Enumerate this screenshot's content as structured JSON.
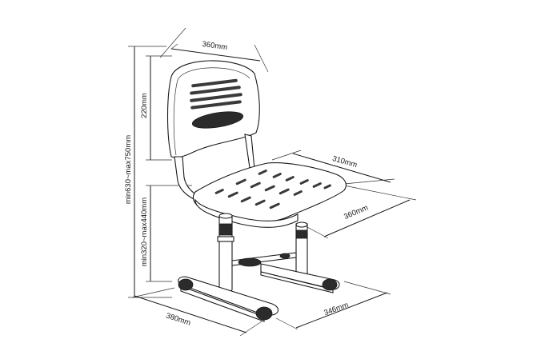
{
  "dimensions": {
    "backrest_width": "360mm",
    "backrest_height": "220mm",
    "total_height": "min630~max750mm",
    "seat_height": "min320~max440mm",
    "seat_width": "310mm",
    "seat_depth": "360mm",
    "base_width": "380mm",
    "base_depth": "346mm"
  }
}
